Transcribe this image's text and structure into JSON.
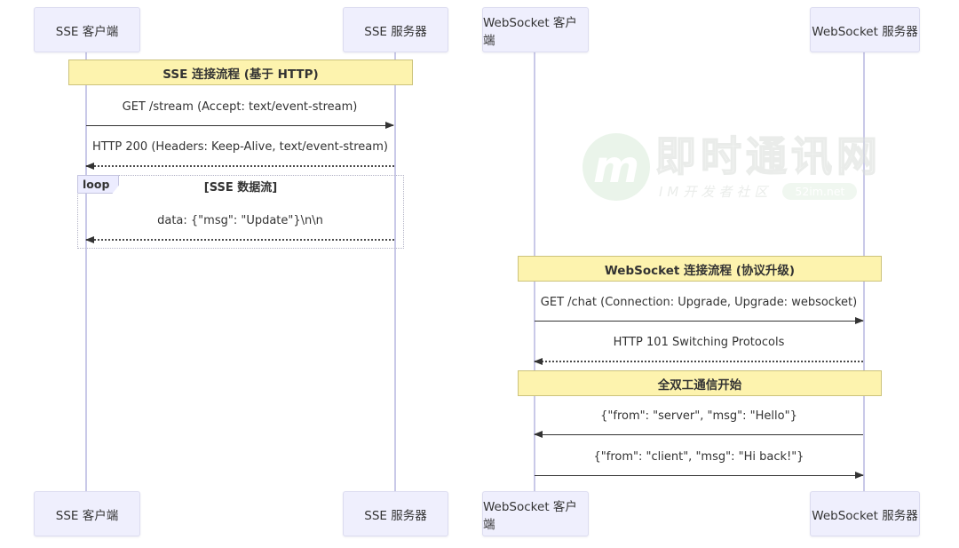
{
  "colors": {
    "background": "#ffffff",
    "actor_fill": "#efeffd",
    "actor_border": "#dcdcf0",
    "lifeline": "#c9c9e8",
    "note_fill": "#fdf3ae",
    "note_border": "#ccc37c",
    "arrow": "#333333",
    "loop_border": "#b3b3c6",
    "watermark_green": "#d9ecd9"
  },
  "sse": {
    "client": "SSE 客户端",
    "server": "SSE 服务器",
    "note_connect": "SSE 连接流程 (基于 HTTP)",
    "msg_get": "GET /stream (Accept: text/event-stream)",
    "msg_http200": "HTTP 200 (Headers: Keep-Alive, text/event-stream)",
    "loop_label": "loop",
    "loop_title": "[SSE 数据流]",
    "msg_data": "data: {\"msg\": \"Update\"}\\n\\n"
  },
  "websocket": {
    "client": "WebSocket 客户端",
    "server": "WebSocket 服务器",
    "note_connect": "WebSocket 连接流程 (协议升级)",
    "msg_get": "GET /chat (Connection: Upgrade, Upgrade: websocket)",
    "msg_http101": "HTTP 101 Switching Protocols",
    "note_duplex": "全双工通信开始",
    "msg_from_server": "{\"from\": \"server\", \"msg\": \"Hello\"}",
    "msg_from_client": "{\"from\": \"client\", \"msg\": \"Hi back!\"}"
  },
  "watermark": {
    "logo_letter": "m",
    "title": "即时通讯网",
    "subtitle": "IM开发者社区",
    "badge": "52im.net"
  }
}
